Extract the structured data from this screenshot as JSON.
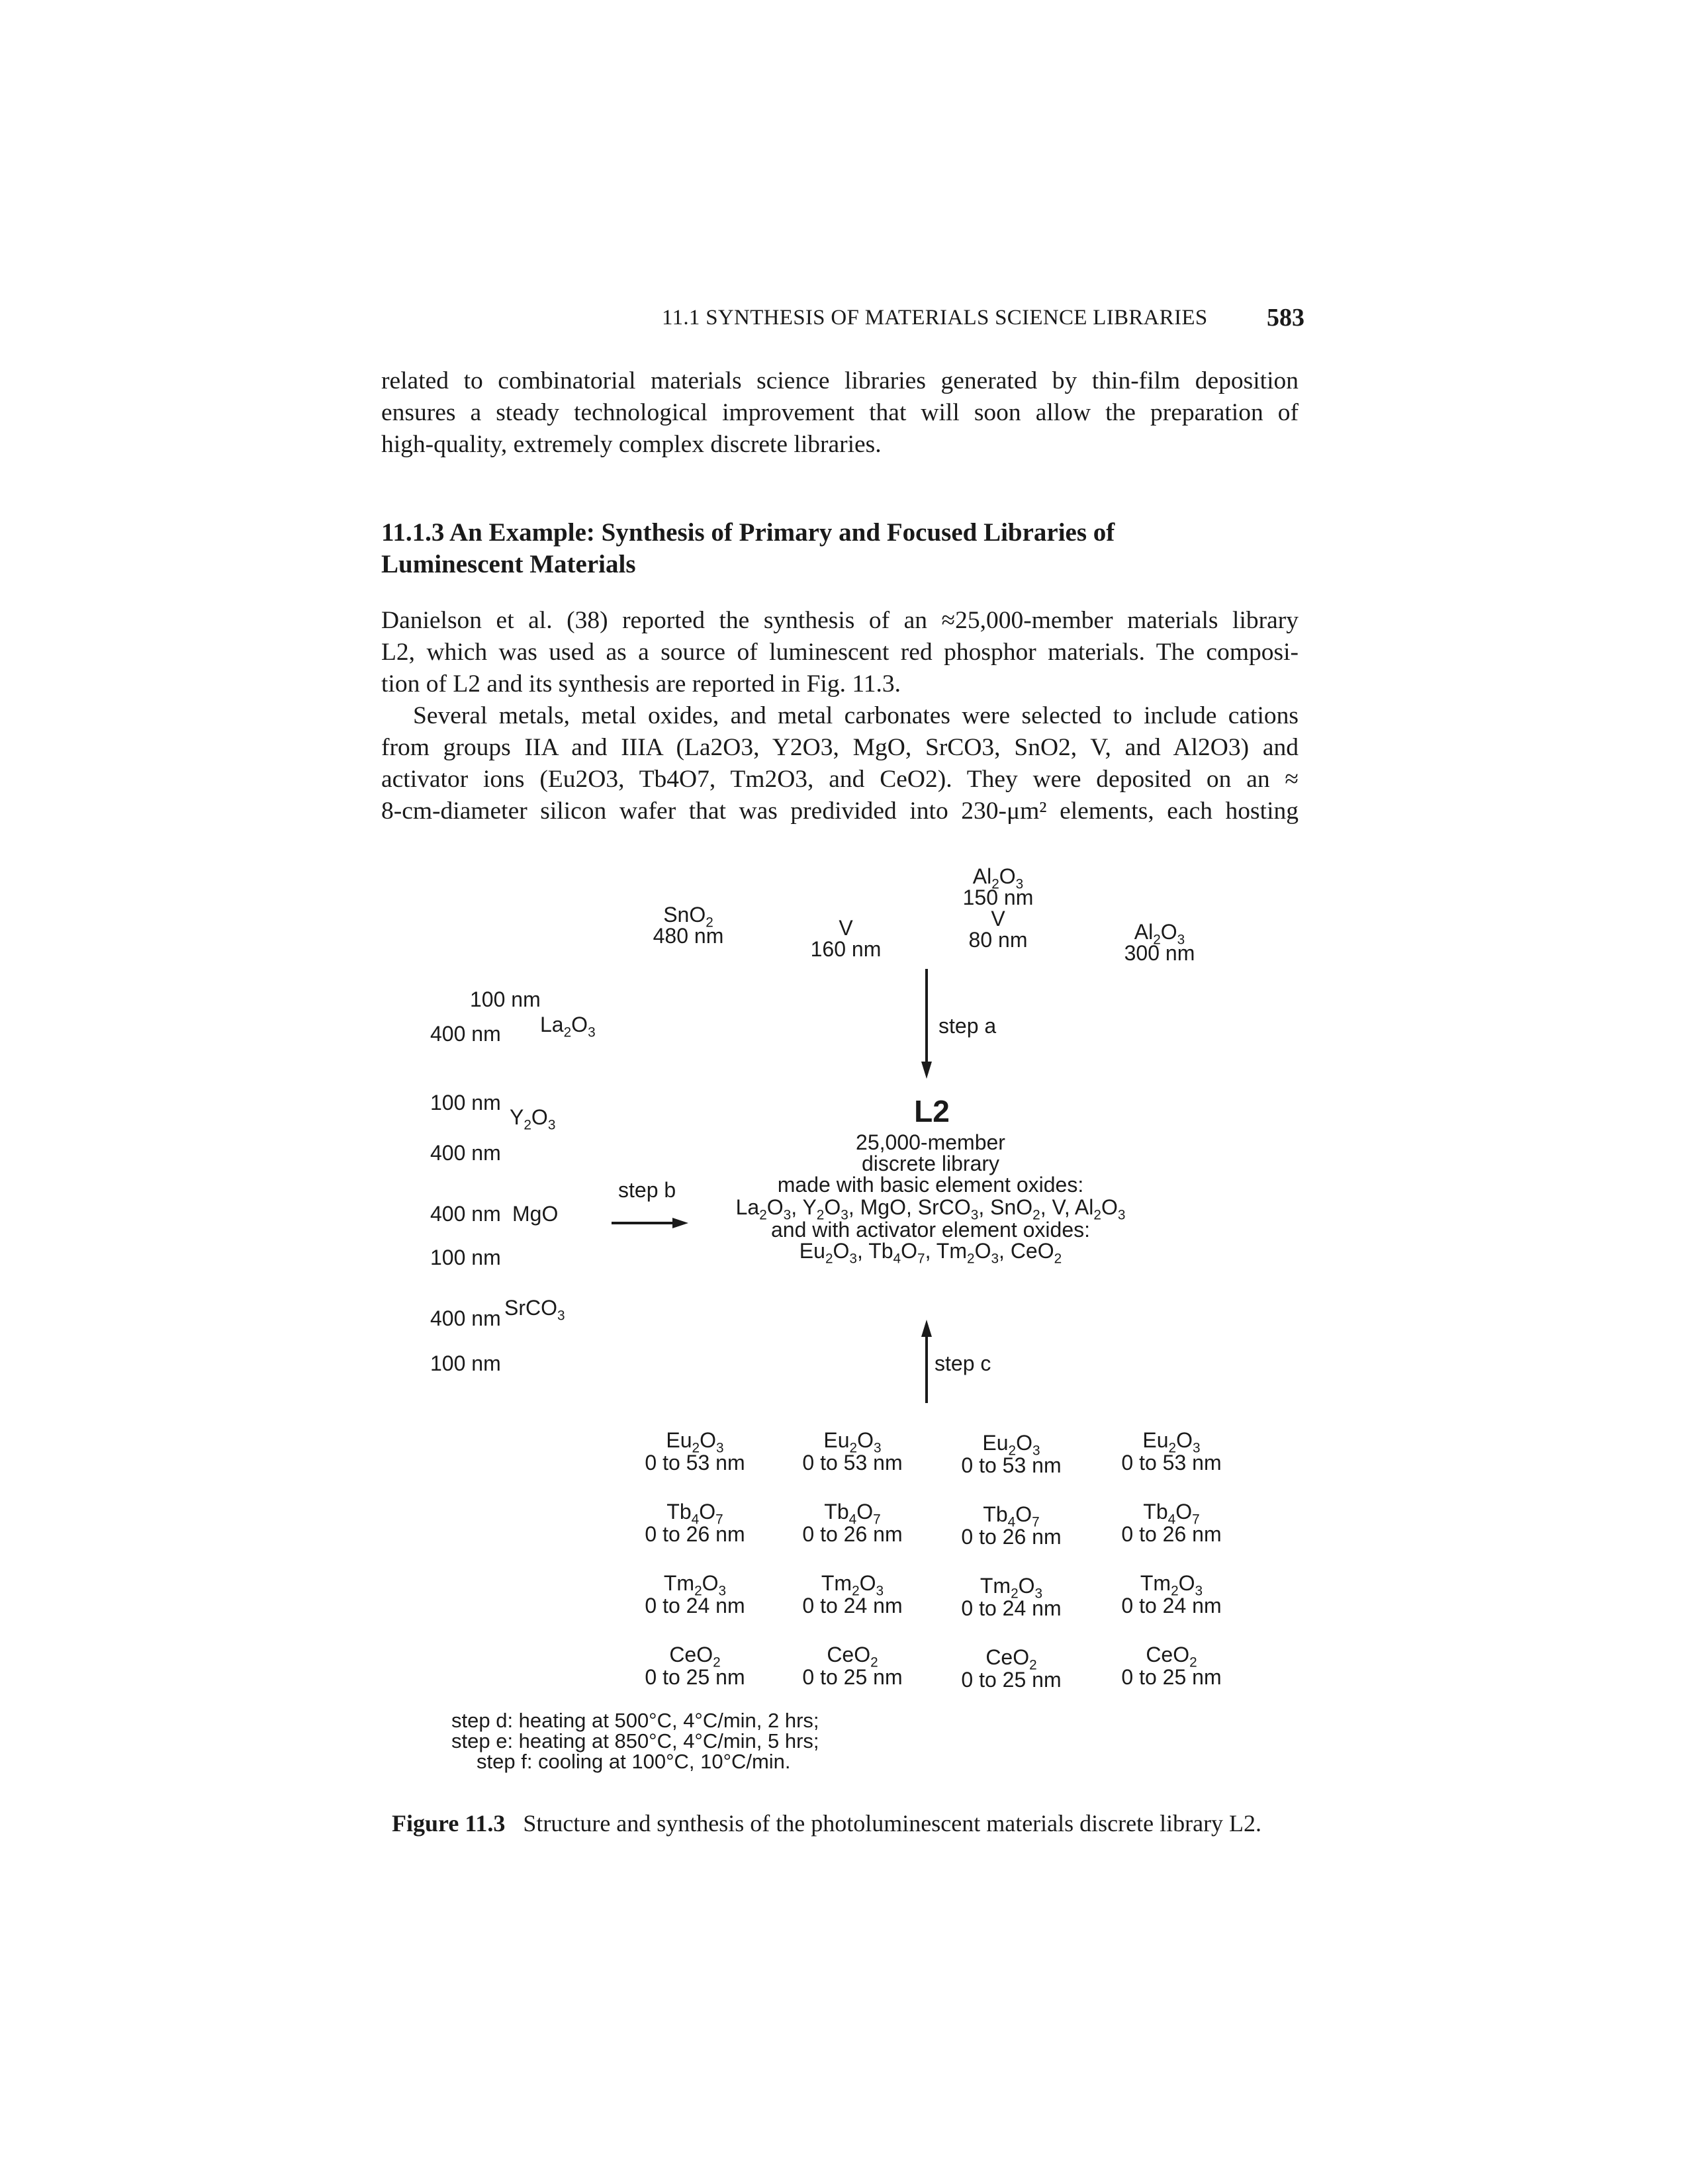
{
  "header": {
    "running_title": "11.1   SYNTHESIS OF MATERIALS SCIENCE LIBRARIES",
    "page_number": "583"
  },
  "intro_lines": [
    "related to combinatorial materials science libraries generated by thin-film deposition",
    "ensures a steady technological improvement that will soon allow the preparation of",
    "high-quality, extremely complex discrete libraries."
  ],
  "section": {
    "heading_line1": "11.1.3   An Example: Synthesis of Primary and Focused Libraries of",
    "heading_line2": "Luminescent Materials"
  },
  "para1_lines": [
    "Danielson et al. (38) reported the synthesis of an ≈25,000-member materials library",
    "L2, which was used as a source of luminescent red phosphor materials. The composi-",
    "tion of L2 and its synthesis are reported in Fig. 11.3."
  ],
  "para2_lines": [
    "Several metals, metal oxides, and metal carbonates were selected to include cations",
    "from groups IIA and IIIA (La2O3, Y2O3, MgO, SrCO3, SnO2, V, and Al2O3) and",
    "activator ions (Eu2O3, Tb4O7, Tm2O3, and CeO2). They were deposited on an ≈",
    "8-cm-diameter silicon wafer that was predivided into 230-μm² elements, each hosting"
  ],
  "figure": {
    "top_layers": [
      {
        "material": "SnO2",
        "thickness": "480 nm"
      },
      {
        "material": "V",
        "thickness": "160 nm"
      },
      {
        "material": "Al2O3",
        "thickness": "150 nm",
        "material2": "V",
        "thickness2": "80 nm"
      },
      {
        "material": "Al2O3",
        "thickness": "300 nm"
      }
    ],
    "left_layers": [
      {
        "material": "La2O3",
        "thickness_top": "100 nm",
        "thickness_bottom": "400 nm"
      },
      {
        "material": "Y2O3",
        "thickness_top": "100 nm",
        "thickness_bottom": "400 nm"
      },
      {
        "material": "MgO",
        "thickness_top": "400 nm",
        "thickness_bottom": "100 nm"
      },
      {
        "material": "SrCO3",
        "thickness_top": "400 nm",
        "thickness_bottom": "100 nm"
      }
    ],
    "step_a": "step a",
    "step_b": "step b",
    "step_c": "step c",
    "library_name": "L2",
    "library_desc_1": "25,000-member",
    "library_desc_2": "discrete library",
    "library_desc_3": "made with basic element oxides:",
    "library_desc_4": "La2O3, Y2O3, MgO, SrCO3, SnO2, V, Al2O3",
    "library_desc_5": "and with activator element oxides:",
    "library_desc_6": "Eu2O3, Tb4O7, Tm2O3, CeO2",
    "activator_grid": [
      {
        "material": "Eu2O3",
        "range": "0 to 53 nm"
      },
      {
        "material": "Tb4O7",
        "range": "0 to 26 nm"
      },
      {
        "material": "Tm2O3",
        "range": "0 to 24 nm"
      },
      {
        "material": "CeO2",
        "range": "0 to 25 nm"
      }
    ],
    "steps_text": [
      "step d: heating at 500°C, 4°C/min, 2 hrs;",
      "step e: heating at 850°C, 4°C/min, 5 hrs;",
      "step f: cooling at 100°C, 10°C/min."
    ]
  },
  "caption": {
    "label": "Figure 11.3",
    "text": "Structure and synthesis of the photoluminescent materials discrete library L2."
  }
}
